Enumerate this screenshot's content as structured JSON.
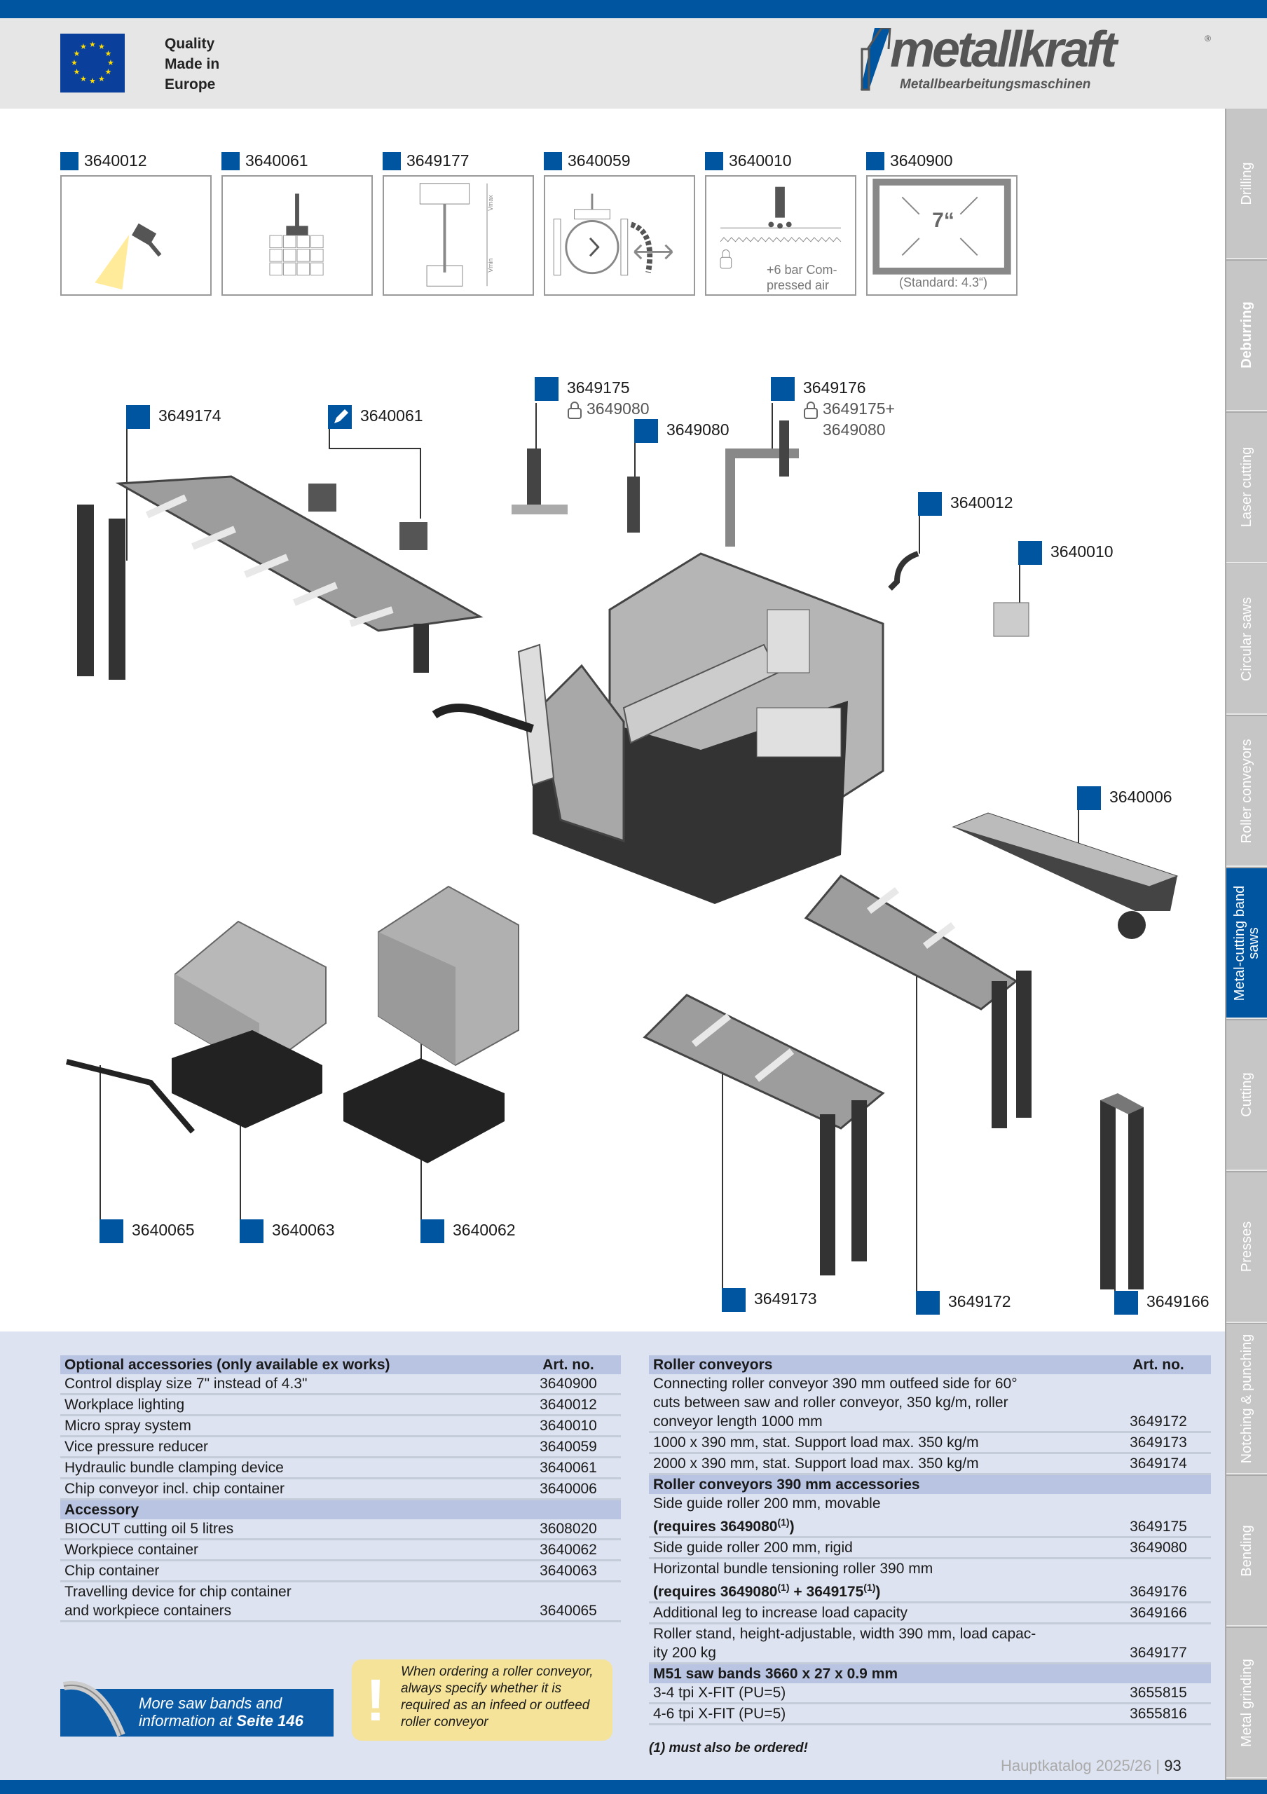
{
  "header": {
    "quality_lines": [
      "Quality",
      "Made in",
      "Europe"
    ],
    "logo_word": "metallkraft",
    "logo_sub": "Metallbearbeitungsmaschinen",
    "logo_reg": "®"
  },
  "sidebar": {
    "tabs": [
      {
        "label": "Drilling",
        "active": false,
        "bold": false
      },
      {
        "label": "Deburring",
        "active": false,
        "bold": true
      },
      {
        "label": "Laser cutting",
        "active": false,
        "bold": false
      },
      {
        "label": "Circular saws",
        "active": false,
        "bold": false
      },
      {
        "label": "Roller conveyors",
        "active": false,
        "bold": false
      },
      {
        "label": "Metal-cutting band saws",
        "active": true,
        "bold": false
      },
      {
        "label": "Cutting",
        "active": false,
        "bold": false
      },
      {
        "label": "Presses",
        "active": false,
        "bold": false
      },
      {
        "label": "Notching & punching",
        "active": false,
        "bold": false
      },
      {
        "label": "Bending",
        "active": false,
        "bold": false
      },
      {
        "label": "Metal grinding",
        "active": false,
        "bold": false
      }
    ]
  },
  "icon_strip": [
    {
      "art": "3640012",
      "icon": "work-light-icon"
    },
    {
      "art": "3640061",
      "icon": "bundle-clamp-icon"
    },
    {
      "art": "3649177",
      "icon": "roller-stand-icon",
      "text": [
        "Vmax",
        "Vmin"
      ]
    },
    {
      "art": "3640059",
      "icon": "vice-pressure-icon"
    },
    {
      "art": "3640010",
      "icon": "micro-spray-icon",
      "text": [
        "+6 bar Com-",
        "pressed air"
      ]
    },
    {
      "art": "3640900",
      "icon": "display-size-icon",
      "text": [
        "7“",
        "(Standard: 4.3“)"
      ]
    }
  ],
  "callouts": [
    {
      "art": "3649174"
    },
    {
      "art": "3640061",
      "icon": "pencil-icon"
    },
    {
      "art": "3649175",
      "sub": "3649080",
      "sub_icon": "lock-icon"
    },
    {
      "art": "3649080"
    },
    {
      "art": "3649176",
      "sub": "3649175+",
      "sub2": "3649080",
      "sub_icon": "lock-icon"
    },
    {
      "art": "3640012"
    },
    {
      "art": "3640010"
    },
    {
      "art": "3640006"
    },
    {
      "art": "3640065"
    },
    {
      "art": "3640063"
    },
    {
      "art": "3640062"
    },
    {
      "art": "3649173"
    },
    {
      "art": "3649172"
    },
    {
      "art": "3649166"
    }
  ],
  "left_table": {
    "sections": [
      {
        "title": "Optional accessories (only available ex works)",
        "art_header": "Art. no.",
        "rows": [
          {
            "desc": [
              "Control display size 7\" instead of 4.3\""
            ],
            "art": "3640900"
          },
          {
            "desc": [
              "Workplace lighting"
            ],
            "art": "3640012"
          },
          {
            "desc": [
              "Micro spray system"
            ],
            "art": "3640010"
          },
          {
            "desc": [
              "Vice pressure reducer"
            ],
            "art": "3640059"
          },
          {
            "desc": [
              "Hydraulic bundle clamping device"
            ],
            "art": "3640061"
          },
          {
            "desc": [
              "Chip conveyor incl. chip container"
            ],
            "art": "3640006"
          }
        ]
      },
      {
        "title": "Accessory",
        "rows": [
          {
            "desc": [
              "BIOCUT cutting oil 5 litres"
            ],
            "art": "3608020"
          },
          {
            "desc": [
              "Workpiece container"
            ],
            "art": "3640062"
          },
          {
            "desc": [
              "Chip container"
            ],
            "art": "3640063"
          },
          {
            "desc": [
              "Travelling device for chip container",
              "and workpiece containers"
            ],
            "art": "3640065"
          }
        ]
      }
    ]
  },
  "right_table": {
    "sections": [
      {
        "title": "Roller conveyors",
        "art_header": "Art. no.",
        "rows": [
          {
            "desc": [
              "Connecting roller conveyor 390 mm outfeed side for 60°",
              "cuts between saw and roller conveyor, 350 kg/m, roller",
              "conveyor length 1000 mm"
            ],
            "art": "3649172"
          },
          {
            "desc": [
              "1000 x 390 mm, stat. Support load max. 350 kg/m"
            ],
            "art": "3649173"
          },
          {
            "desc": [
              "2000 x 390 mm, stat. Support load max. 350 kg/m"
            ],
            "art": "3649174"
          }
        ]
      },
      {
        "title": "Roller conveyors 390 mm accessories",
        "rows": [
          {
            "desc": [
              "Side guide roller 200 mm, movable"
            ],
            "note": [
              {
                "t": "(requires 3649080"
              },
              {
                "sup": "(1)"
              },
              {
                "t": ")"
              }
            ],
            "art": "3649175"
          },
          {
            "desc": [
              "Side guide roller 200 mm, rigid"
            ],
            "art": "3649080"
          },
          {
            "desc": [
              "Horizontal bundle tensioning roller 390 mm"
            ],
            "note": [
              {
                "t": "(requires 3649080"
              },
              {
                "sup": "(1)"
              },
              {
                "t": " + 3649175"
              },
              {
                "sup": "(1)"
              },
              {
                "t": ")"
              }
            ],
            "art": "3649176"
          },
          {
            "desc": [
              "Additional leg to increase load capacity"
            ],
            "art": "3649166"
          },
          {
            "desc": [
              "Roller stand, height-adjustable, width 390 mm, load capac-",
              "ity 200 kg"
            ],
            "art": "3649177"
          }
        ]
      },
      {
        "title": "M51 saw bands 3660 x 27 x 0.9 mm",
        "rows": [
          {
            "desc": [
              "3-4 tpi X-FIT (PU=5)"
            ],
            "art": "3655815"
          },
          {
            "desc": [
              "4-6 tpi X-FIT (PU=5)"
            ],
            "art": "3655816"
          }
        ]
      }
    ]
  },
  "saw_bands_box": {
    "line1": "More saw bands and",
    "line2": "information at",
    "link": "Seite 146"
  },
  "note_box": {
    "lines": [
      "When ordering a roller conveyor,",
      "always specify whether it is",
      "required as an infeed or outfeed",
      "roller conveyor"
    ],
    "symbol": "!"
  },
  "footnote": "(1) must also be ordered!",
  "footer": {
    "catalog": "Hauptkatalog 2025/26",
    "separator": "|",
    "page": "93"
  },
  "colors": {
    "brand_blue": "#0055a0",
    "panel": "#dde3f0",
    "table_head": "#b8c4e2",
    "note": "#f5e39a"
  }
}
